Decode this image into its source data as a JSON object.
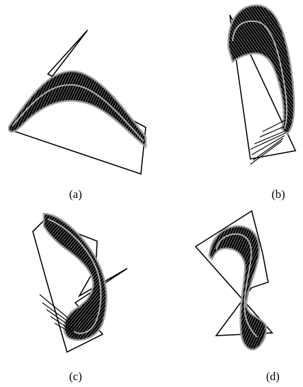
{
  "panels": [
    {
      "id": "a",
      "caption": "(a)"
    },
    {
      "id": "b",
      "caption": "(b)"
    },
    {
      "id": "c",
      "caption": "(c)"
    },
    {
      "id": "d",
      "caption": "(d)"
    }
  ],
  "colors": {
    "stroke": "#000000",
    "hatch": "#000000",
    "halo": "#9a9a9a",
    "center_line": "#b5b5b5",
    "background": "#ffffff"
  }
}
